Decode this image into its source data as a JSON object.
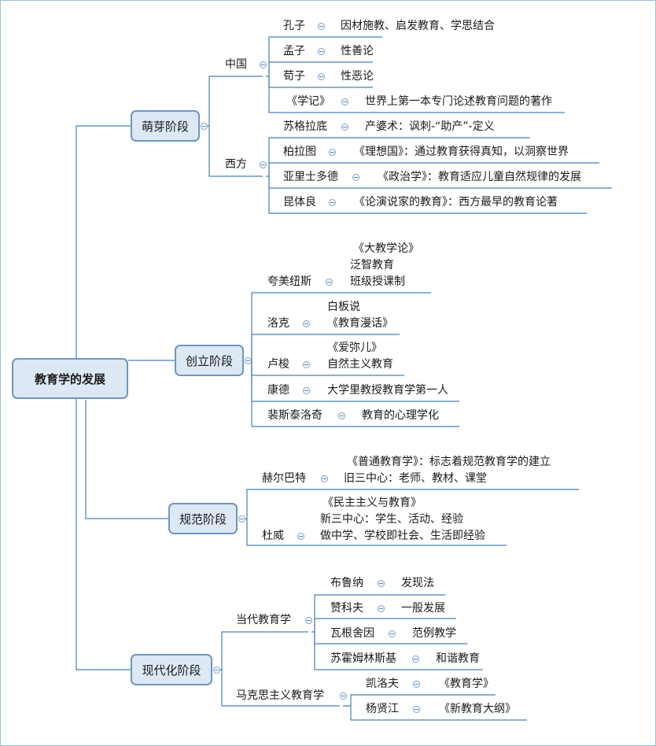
{
  "root": "教育学的发展",
  "stages": [
    {
      "label": "萌芽阶段",
      "groups": [
        {
          "label": "中国",
          "items": [
            {
              "name": "孔子",
              "desc": [
                "因材施教、启发教育、学思结合"
              ]
            },
            {
              "name": "孟子",
              "desc": [
                "性善论"
              ]
            },
            {
              "name": "荀子",
              "desc": [
                "性恶论"
              ]
            },
            {
              "name": "《学记》",
              "desc": [
                "世界上第一本专门论述教育问题的著作"
              ]
            }
          ]
        },
        {
          "label": "西方",
          "items": [
            {
              "name": "苏格拉底",
              "desc": [
                "产婆术：讽刺-“助产”-定义"
              ]
            },
            {
              "name": "柏拉图",
              "desc": [
                "《理想国》：通过教育获得真知，以洞察世界"
              ]
            },
            {
              "name": "亚里士多德",
              "desc": [
                "《政治学》：教育适应儿童自然规律的发展"
              ]
            },
            {
              "name": "昆体良",
              "desc": [
                "《论演说家的教育》：西方最早的教育论著"
              ]
            }
          ]
        }
      ]
    },
    {
      "label": "创立阶段",
      "items": [
        {
          "name": "夸美纽斯",
          "desc": [
            "《大教学论》",
            "泛智教育",
            "班级授课制"
          ]
        },
        {
          "name": "洛克",
          "desc": [
            "白板说",
            "《教育漫话》"
          ]
        },
        {
          "name": "卢梭",
          "desc": [
            "《爱弥儿》",
            "自然主义教育"
          ]
        },
        {
          "name": "康德",
          "desc": [
            "大学里教授教育学第一人"
          ]
        },
        {
          "name": "裴斯泰洛奇",
          "desc": [
            "教育的心理学化"
          ]
        }
      ]
    },
    {
      "label": "规范阶段",
      "items": [
        {
          "name": "赫尔巴特",
          "desc": [
            "《普通教育学》：标志着规范教育学的建立",
            "旧三中心：老师、教材、课堂"
          ]
        },
        {
          "name": "杜威",
          "desc": [
            "《民主主义与教育》",
            "新三中心：学生、活动、经验",
            "做中学、学校即社会、生活即经验"
          ]
        }
      ]
    },
    {
      "label": "现代化阶段",
      "groups": [
        {
          "label": "当代教育学",
          "items": [
            {
              "name": "布鲁纳",
              "desc": [
                "发现法"
              ]
            },
            {
              "name": "赞科夫",
              "desc": [
                "一般发展"
              ]
            },
            {
              "name": "瓦根舍因",
              "desc": [
                "范例教学"
              ]
            },
            {
              "name": "苏霍姆林斯基",
              "desc": [
                "和谐教育"
              ]
            }
          ]
        },
        {
          "label": "马克思主义教育学",
          "items": [
            {
              "name": "凯洛夫",
              "desc": [
                "《教育学》"
              ]
            },
            {
              "name": "杨贤江",
              "desc": [
                "《新教育大纲》"
              ]
            }
          ]
        }
      ]
    }
  ],
  "colors": {
    "line": "#4a7fb8",
    "node_fill": "#dde8f5",
    "node_border": "#6f95c2"
  }
}
